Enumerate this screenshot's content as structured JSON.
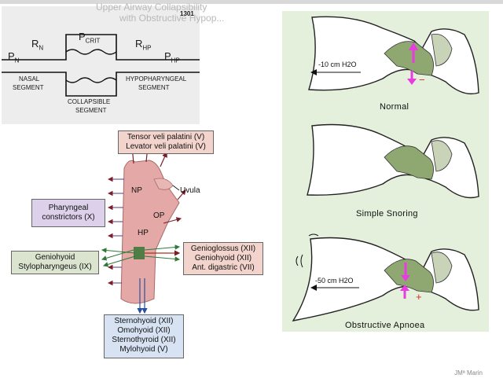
{
  "starling": {
    "page_number": "1301",
    "r_n": "R",
    "r_n_sub": "N",
    "p_crit": "P",
    "p_crit_sub": "CRIT",
    "r_hp": "R",
    "r_hp_sub": "HP",
    "p_n": "P",
    "p_n_sub": "N",
    "p_hp": "P",
    "p_hp_sub": "HP",
    "nasal": "NASAL",
    "segment": "SEGMENT",
    "hypopharyngeal": "HYPOPHARYNGEAL",
    "collapsible": "COLLAPSIBLE",
    "background_text_1": "Upper Airway Collapsibility",
    "background_text_2": "with Obstructive Hypop..."
  },
  "muscles": {
    "tensor_box": [
      "Tensor veli palatini (V)",
      "Levator veli palatini (V)"
    ],
    "pharyngeal_box": [
      "Pharyngeal",
      "constrictors (X)"
    ],
    "geniohyoid_left_box": [
      "Geniohyoid",
      "Stylopharyngeus (IX)"
    ],
    "genioglossus_box": [
      "Genioglossus (XII)",
      "Geniohyoid (XII)",
      "Ant. digastric (VII)"
    ],
    "sterno_box": [
      "Sternohyoid (XII)",
      "Omohyoid (XII)",
      "Sternothyroid (XII)",
      "Mylohyoid (V)"
    ],
    "np": "NP",
    "op": "OP",
    "hp": "HP",
    "uvula": "Uvula"
  },
  "airway": {
    "normal_caption": "Normal",
    "snoring_caption": "Simple Snoring",
    "apnoea_caption": "Obstructive Apnoea",
    "pressure_normal": "-10 cm H2O",
    "pressure_apnoea": "-50 cm H2O",
    "minus_sign": "−",
    "plus_sign": "+"
  },
  "author": "JMª Marin",
  "colors": {
    "magenta": "#e83be0",
    "red_sign": "#d0302a",
    "airway_bg": "#e5f0dc"
  }
}
